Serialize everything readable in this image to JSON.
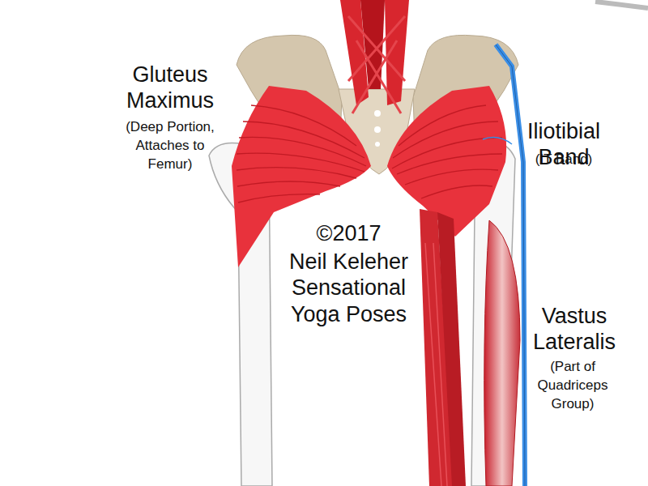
{
  "diagram": {
    "labels": [
      "Gluteus Maximus",
      "(Deep Portion, Attaches to Femur)",
      "©2017",
      "Neil Keleher Sensational Yoga Poses",
      "Iliotibial Band",
      "(IT Band)",
      "Vastus Lateralis",
      "(Part of Quadriceps Group)"
    ]
  }
}
